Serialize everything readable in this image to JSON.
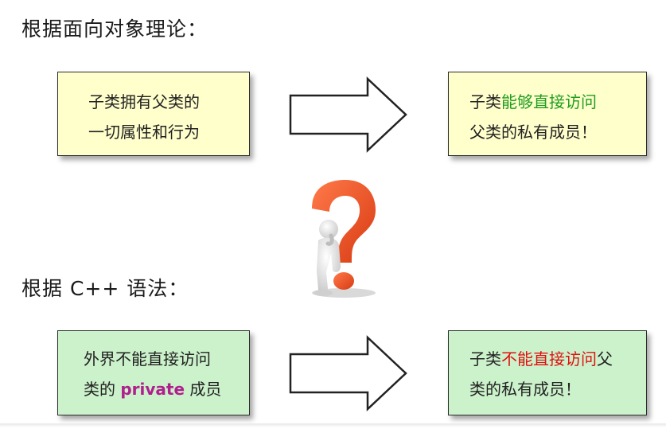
{
  "heading1": "根据面向对象理论：",
  "heading2": "根据 C++ 语法：",
  "box1": {
    "line1": "子类拥有父类的",
    "line2": "一切属性和行为",
    "color": "#ffffcc"
  },
  "box2": {
    "line1_plain": "子类",
    "line1_highlight": "能够直接访问",
    "line2": "父类的私有成员！",
    "highlight_color": "#1f9d1f"
  },
  "box3": {
    "line1": "外界不能直接访问",
    "line2_prefix": "类的 ",
    "line2_highlight": "private",
    "line2_suffix": " 成员",
    "color": "#ccf2cc",
    "highlight_color": "#b01f8e"
  },
  "box4": {
    "line1_plain": "子类",
    "line1_highlight": "不能直接访问",
    "line1_tail": "父",
    "line2": "类的私有成员！",
    "highlight_color": "#e01010"
  },
  "icons": {
    "arrow": "right-arrow-icon",
    "figure": "question-mark-thinker-icon"
  }
}
